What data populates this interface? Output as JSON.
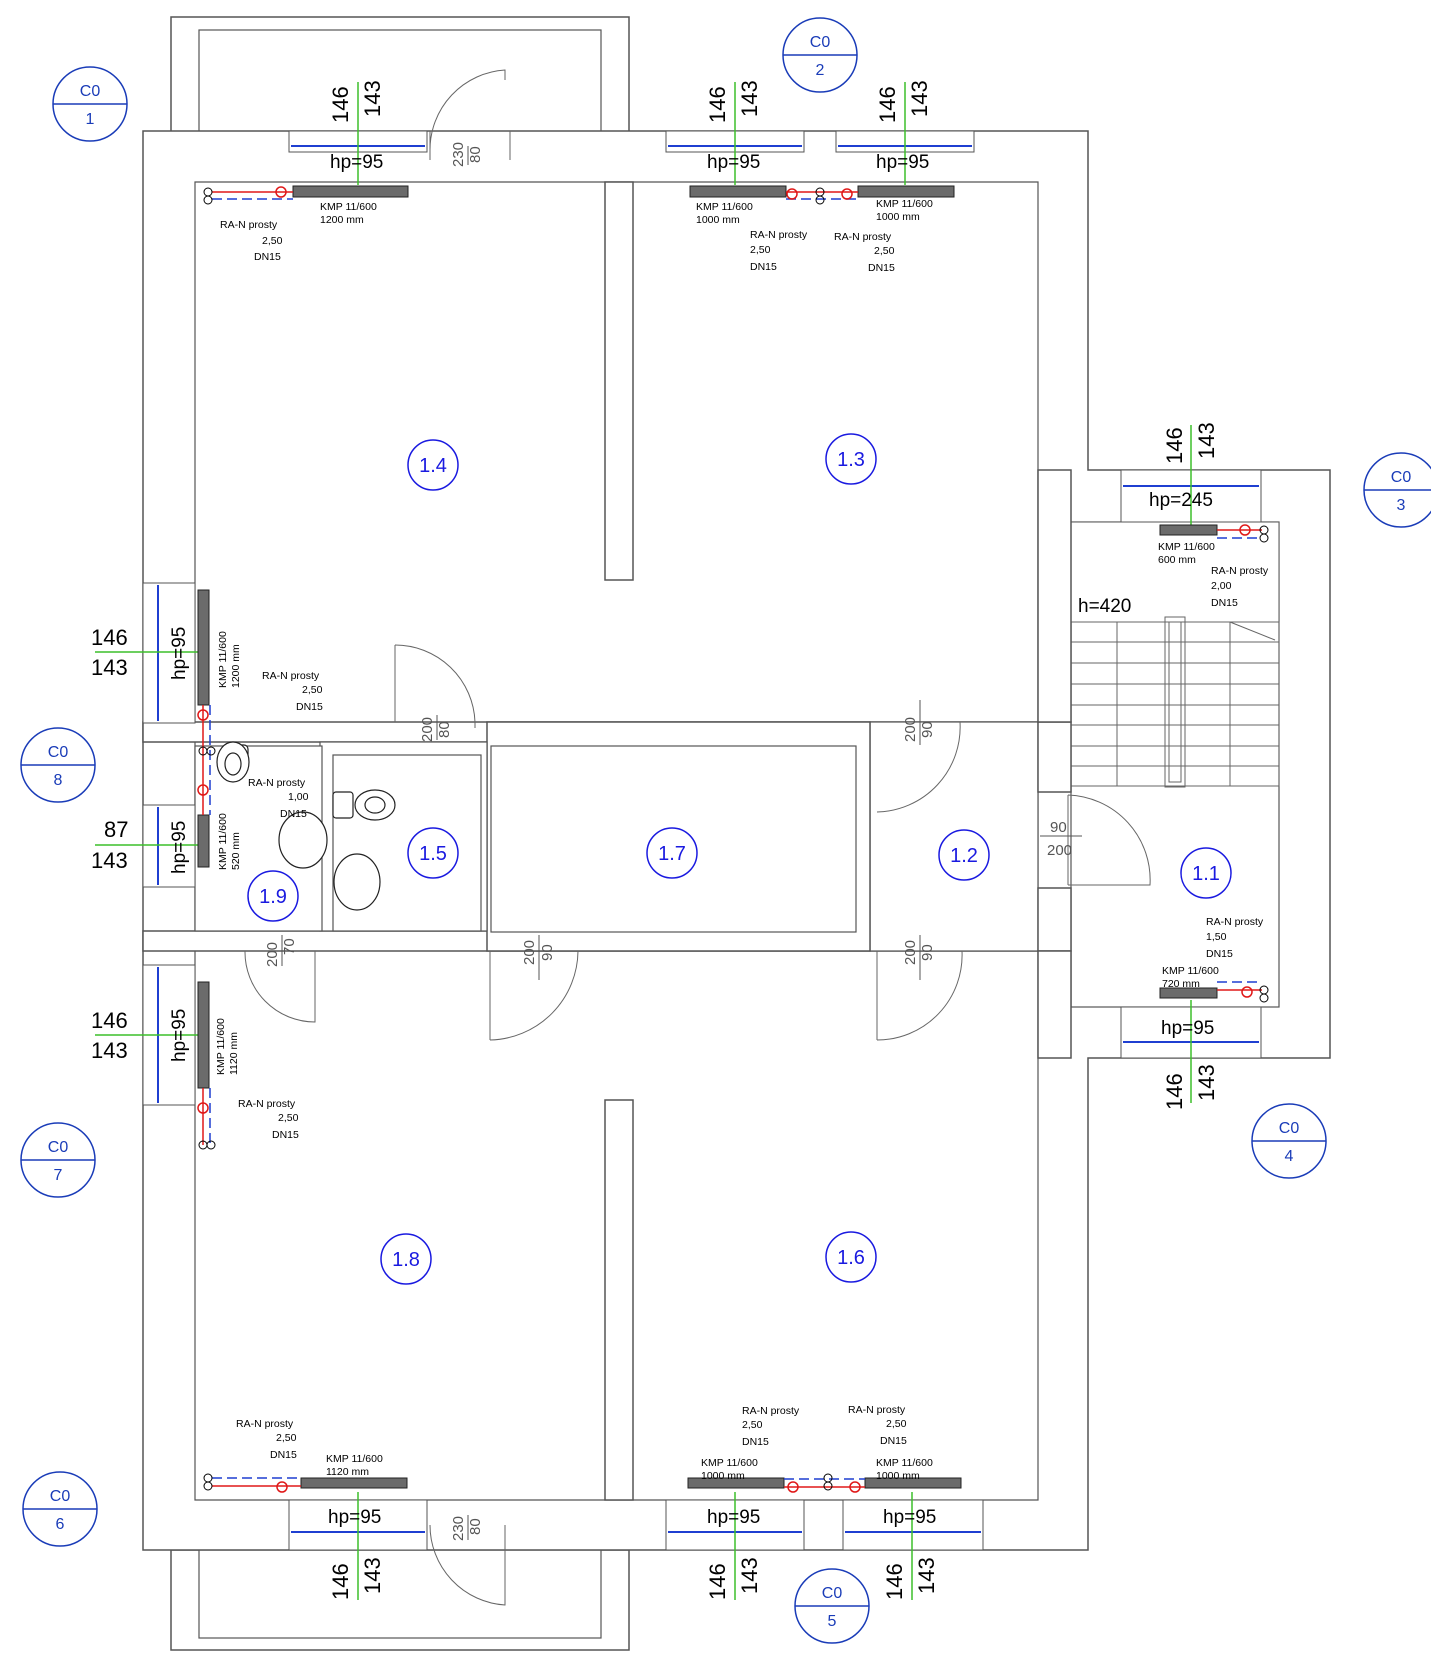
{
  "rooms": {
    "r11": "1.1",
    "r12": "1.2",
    "r13": "1.3",
    "r14": "1.4",
    "r15": "1.5",
    "r16": "1.6",
    "r17": "1.7",
    "r18": "1.8",
    "r19": "1.9"
  },
  "axes": {
    "a1": {
      "top": "C0",
      "bottom": "1"
    },
    "a2": {
      "top": "C0",
      "bottom": "2"
    },
    "a3": {
      "top": "C0",
      "bottom": "3"
    },
    "a4": {
      "top": "C0",
      "bottom": "4"
    },
    "a5": {
      "top": "C0",
      "bottom": "5"
    },
    "a6": {
      "top": "C0",
      "bottom": "6"
    },
    "a7": {
      "top": "C0",
      "bottom": "7"
    },
    "a8": {
      "top": "C0",
      "bottom": "8"
    }
  },
  "window_dims": {
    "w": "146",
    "h": "143",
    "h_small": "87"
  },
  "sill": {
    "hp95": "hp=95",
    "hp245": "hp=245"
  },
  "stair_height": "h=420",
  "doors": {
    "d80_230": {
      "w": "80",
      "h": "230"
    },
    "d80_200": {
      "w": "80",
      "h": "200"
    },
    "d90_200": {
      "w": "90",
      "h": "200"
    },
    "d70_200": {
      "w": "70",
      "h": "200"
    }
  },
  "radiators": {
    "kmp": "KMP 11/600",
    "len1200": "1200 mm",
    "len1000": "1000 mm",
    "len600": "600 mm",
    "len720": "720 mm",
    "len520": "520 mm",
    "len1120": "1120 mm"
  },
  "valves": {
    "ran": "RA-N prosty",
    "v250": "2,50",
    "v200": "2,00",
    "v150": "1,50",
    "v100": "1,00",
    "dn": "DN15"
  }
}
